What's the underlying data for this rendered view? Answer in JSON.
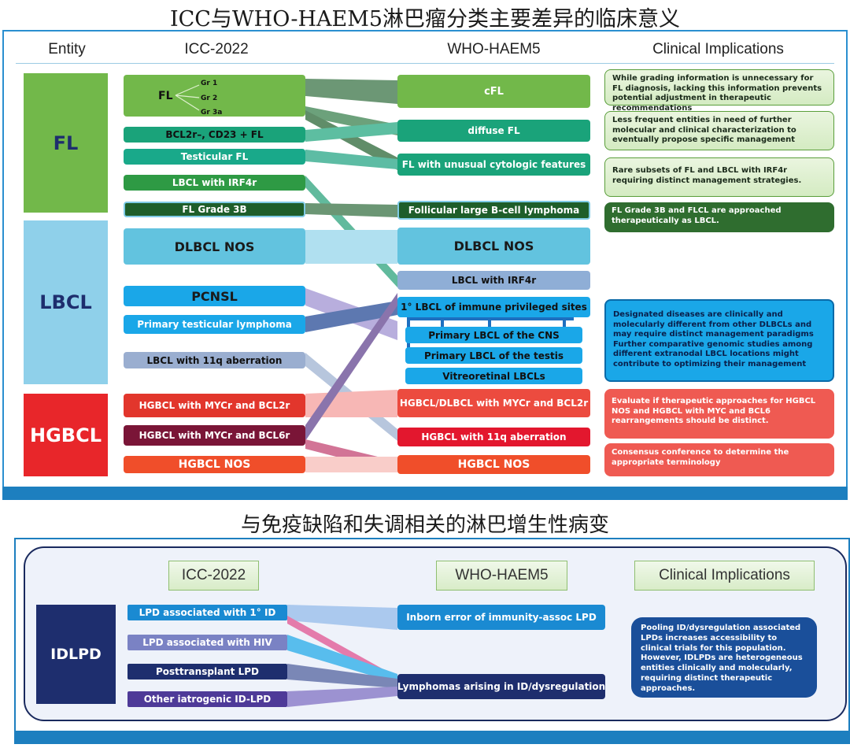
{
  "top": {
    "title": "ICC与WHO-HAEM5淋巴瘤分类主要差异的临床意义",
    "headers": {
      "entity": "Entity",
      "icc": "ICC-2022",
      "who": "WHO-HAEM5",
      "clinical": "Clinical Implications"
    },
    "entities": {
      "fl": "FL",
      "lbcl": "LBCL",
      "hgbcl": "HGBCL"
    },
    "icc": {
      "fl": "FL",
      "fl_grades": [
        "Gr 1",
        "Gr 2",
        "Gr 3a"
      ],
      "bcl2r_fl": "BCL2r–, CD23 + FL",
      "testicular_fl": "Testicular FL",
      "lbcl_irf4r": "LBCL with IRF4r",
      "fl_grade_3b": "FL Grade 3B",
      "dlbcl_nos": "DLBCL NOS",
      "pcnsl": "PCNSL",
      "ptl": "Primary testicular lymphoma",
      "lbcl_11q": "LBCL with 11q aberration",
      "hgbcl_myc_bcl2": "HGBCL with MYCr and BCL2r",
      "hgbcl_myc_bcl6": "HGBCL with MYCr and BCL6r",
      "hgbcl_nos": "HGBCL NOS"
    },
    "who": {
      "cfl": "cFL",
      "diffuse_fl": "diffuse FL",
      "fl_unusual": "FL with unusual cytologic features",
      "flbcl": "Follicular large B-cell lymphoma",
      "dlbcl_nos": "DLBCL NOS",
      "lbcl_irf4r": "LBCL with IRF4r",
      "immune_priv": "1° LBCL of immune privileged sites",
      "cns": "Primary LBCL of the CNS",
      "testis": "Primary LBCL of the testis",
      "vitreo": "Vitreoretinal LBCLs",
      "hgbcl_dlbcl": "HGBCL/DLBCL with MYCr and BCL2r",
      "hgbcl_11q": "HGBCL with 11q aberration",
      "hgbcl_nos": "HGBCL NOS"
    },
    "clinical": [
      "While grading information is unnecessary for FL diagnosis, lacking this information prevents potential adjustment in therapeutic recommendations",
      "Less frequent entities in need of further molecular and clinical characterization to eventually propose specific management",
      "Rare subsets of FL and LBCL with IRF4r requiring distinct management strategies.",
      "FL Grade 3B and FLCL are approached therapeutically as LBCL.",
      "Designated diseases are clinically and molecularly different from other DLBCLs and may require distinct management  paradigms\nFurther comparative genomic  studies among different extranodal LBCL locations might contribute to optimizing their management",
      "Evaluate if therapeutic approaches for HGBCL NOS and HGBCL with MYC and BCL6 rearrangements should be distinct.",
      "Consensus conference to determine the appropriate terminology"
    ]
  },
  "bottom": {
    "title": "与免疫缺陷和失调相关的淋巴增生性病变",
    "headers": {
      "icc": "ICC-2022",
      "who": "WHO-HAEM5",
      "clinical": "Clinical Implications"
    },
    "entity": "IDLPD",
    "icc": [
      "LPD associated with 1° ID",
      "LPD associated with HIV",
      "Posttransplant LPD",
      "Other iatrogenic ID-LPD"
    ],
    "who": [
      "Inborn error of immunity-assoc LPD",
      "Lymphomas arising in ID/dysregulation"
    ],
    "clinical": "Pooling ID/dysregulation associated LPDs increases accessibility to clinical trials for this population. However, IDLPDs are heterogeneous entities clinically and molecularly, requiring distinct therapeutic approaches."
  },
  "colors": {
    "fl_green": "#72b84a",
    "lbcl_blue": "#7fcbe6",
    "hgbcl_red": "#e8262a",
    "teal": "#1aa37a",
    "dark_green": "#1e5e2a",
    "navy": "#1e2e6e",
    "accent_blue": "#1d7fbf"
  }
}
